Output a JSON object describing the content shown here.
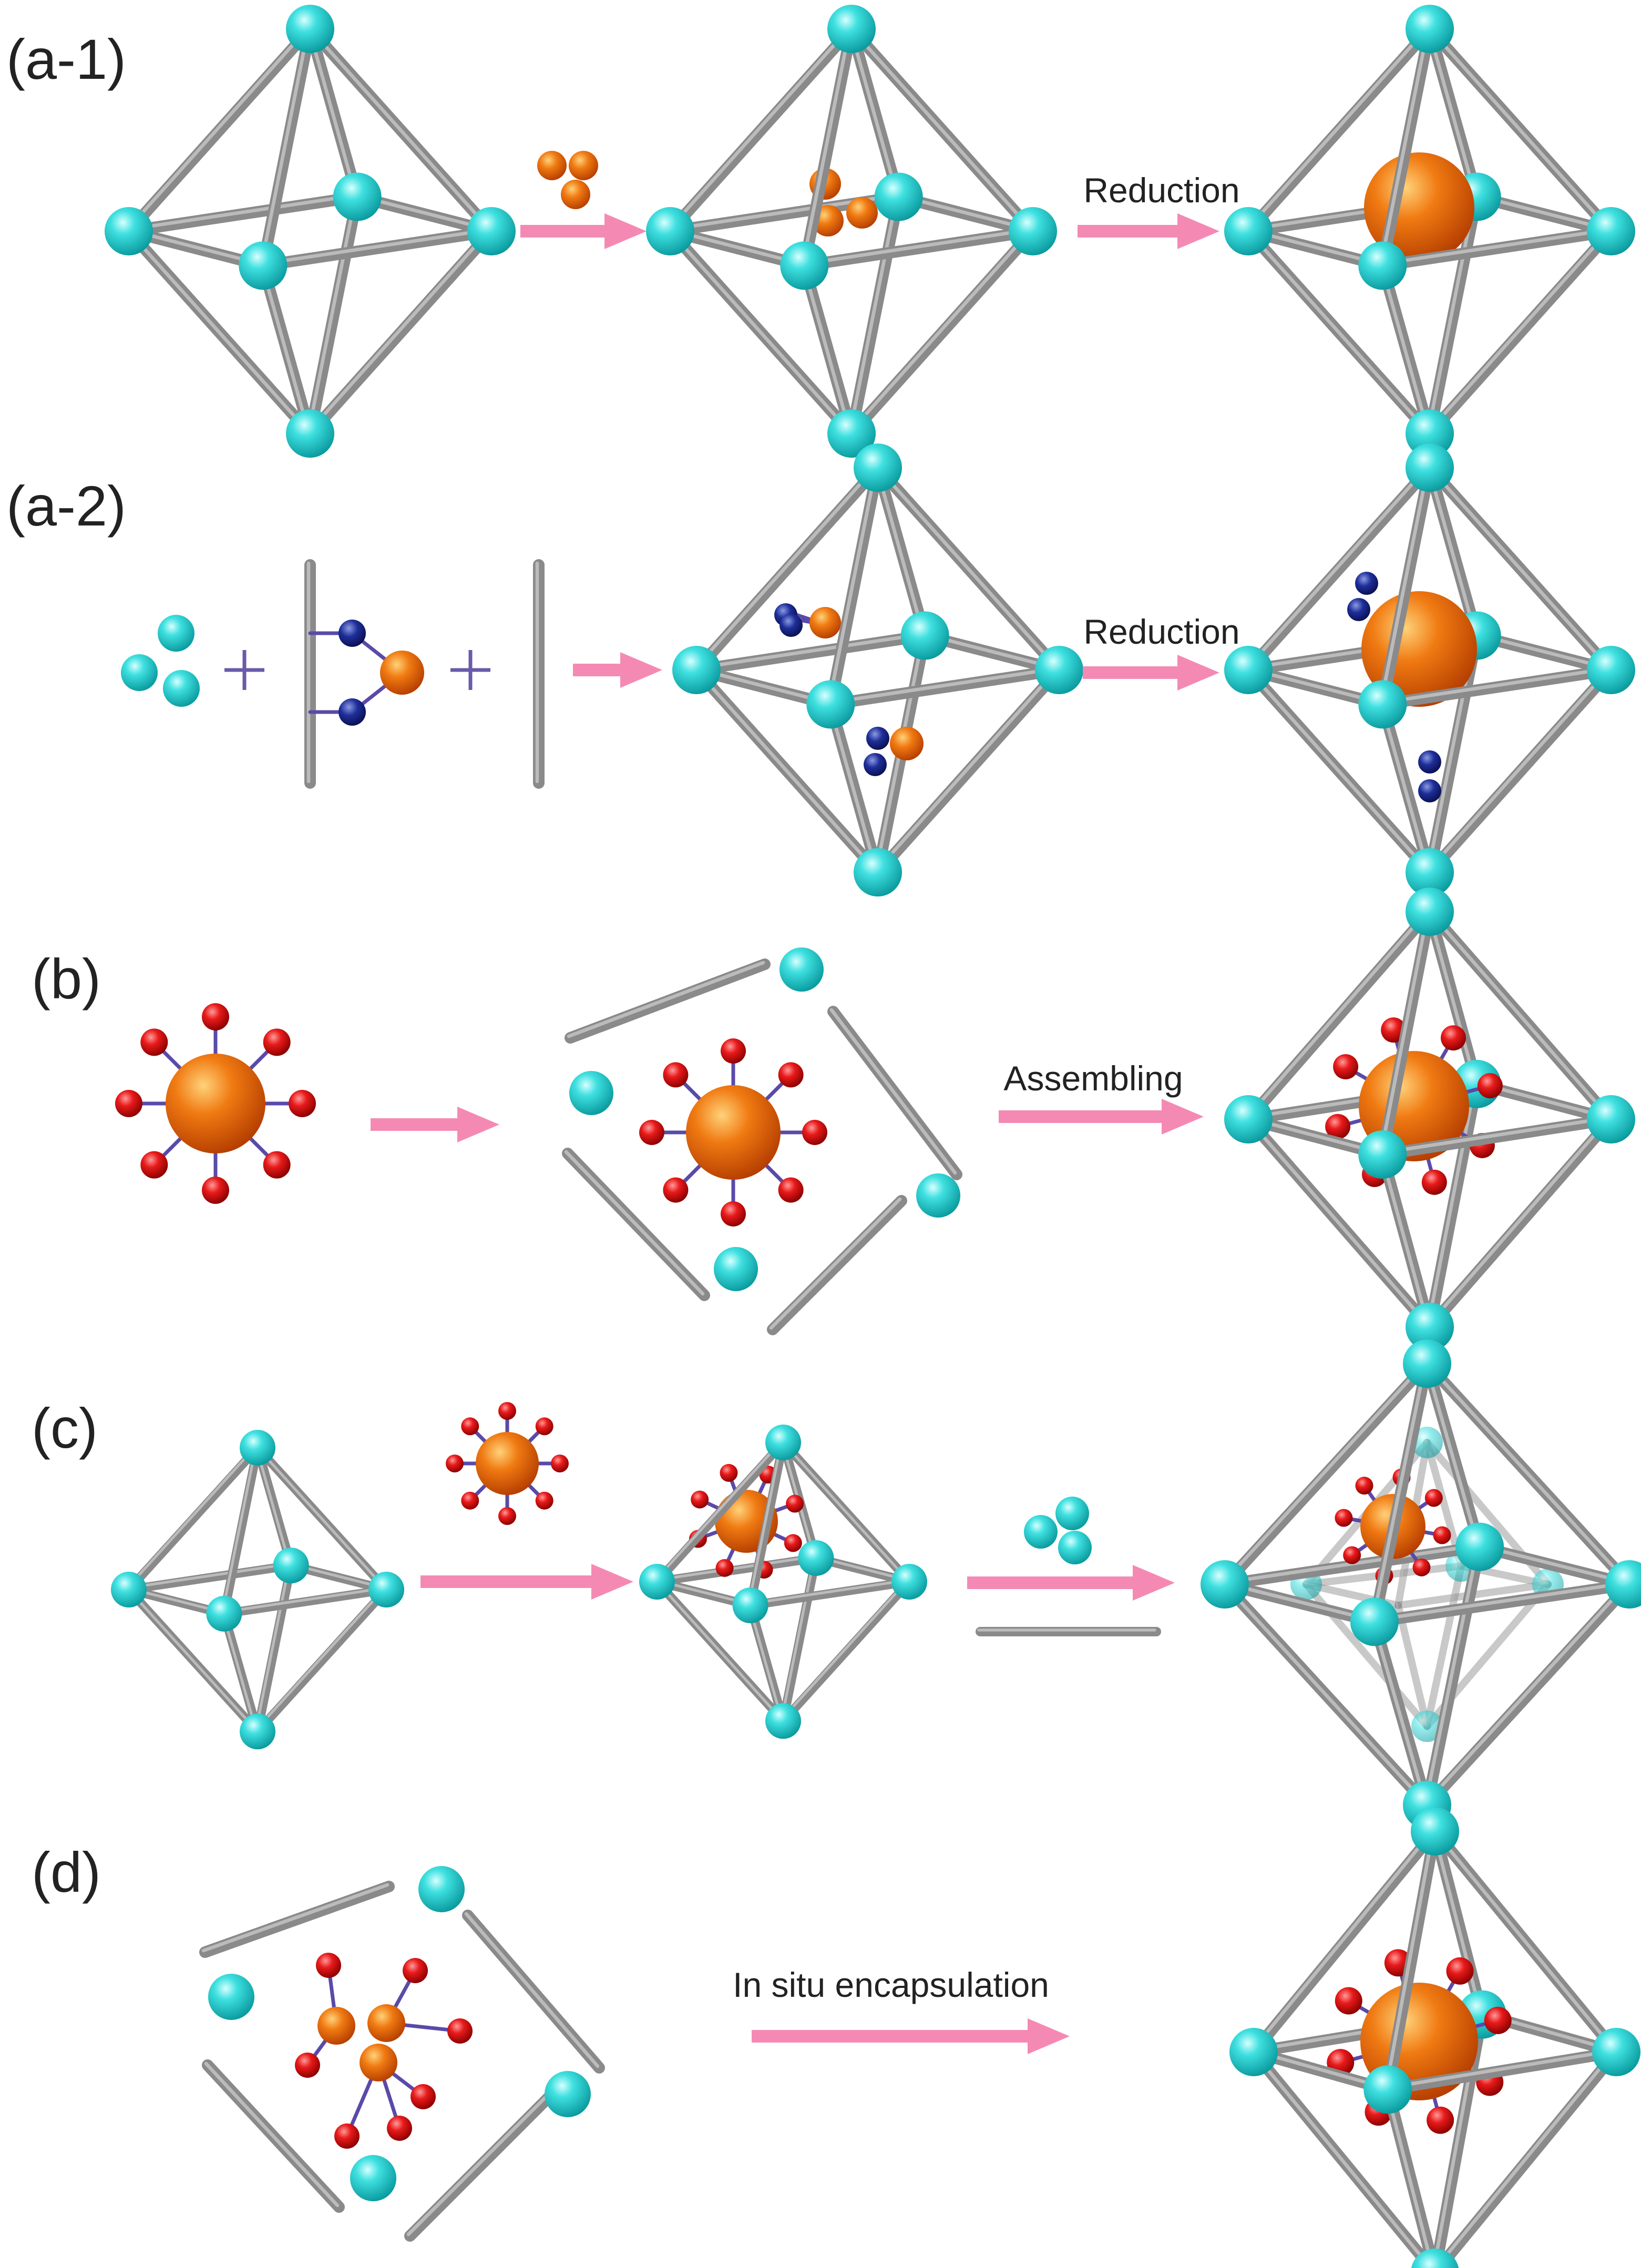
{
  "panels": [
    {
      "id": "a1",
      "label": "(a-1)",
      "steps": [
        "",
        "Reduction"
      ]
    },
    {
      "id": "a2",
      "label": "(a-2)",
      "steps": [
        "",
        "Reduction"
      ]
    },
    {
      "id": "b",
      "label": "(b)",
      "steps": [
        "",
        "Assembling"
      ]
    },
    {
      "id": "c",
      "label": "(c)",
      "steps": [
        "",
        ""
      ]
    },
    {
      "id": "d",
      "label": "(d)",
      "steps": [
        "In situ encapsulation"
      ]
    }
  ],
  "colors": {
    "metal_node": "#2ad0d0",
    "linker_rod": "#8a8a8a",
    "nanoparticle": "#f07010",
    "ligand_atom": "#e01818",
    "amine_atom": "#1a2a8a",
    "arrow": "#f48ab4",
    "bond": "#5a4aa8",
    "plus_sign": "#6a5aa8"
  },
  "icons": [
    "metal-node-sphere",
    "linker-rod",
    "metal-nanoparticle",
    "metal-precursor-ion",
    "ligand-oxygen-atom",
    "amine-group-atom",
    "reaction-arrow",
    "plus-sign"
  ]
}
